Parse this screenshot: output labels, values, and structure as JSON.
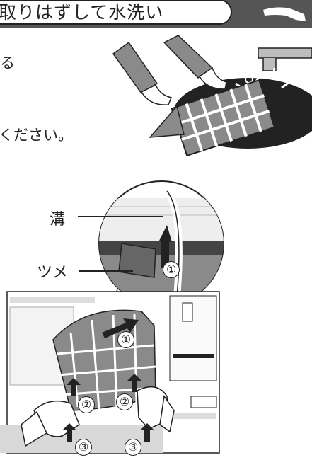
{
  "section": {
    "title": "取りはずして水洗い"
  },
  "text": {
    "line1": "る",
    "line2": "ください。"
  },
  "callouts": {
    "groove": "溝",
    "tab": "ツメ"
  },
  "step_markers": {
    "one": "①",
    "two": "②",
    "three": "③"
  },
  "colors": {
    "header": "#555555",
    "ink": "#222222",
    "gray": "#8a8a8a"
  }
}
